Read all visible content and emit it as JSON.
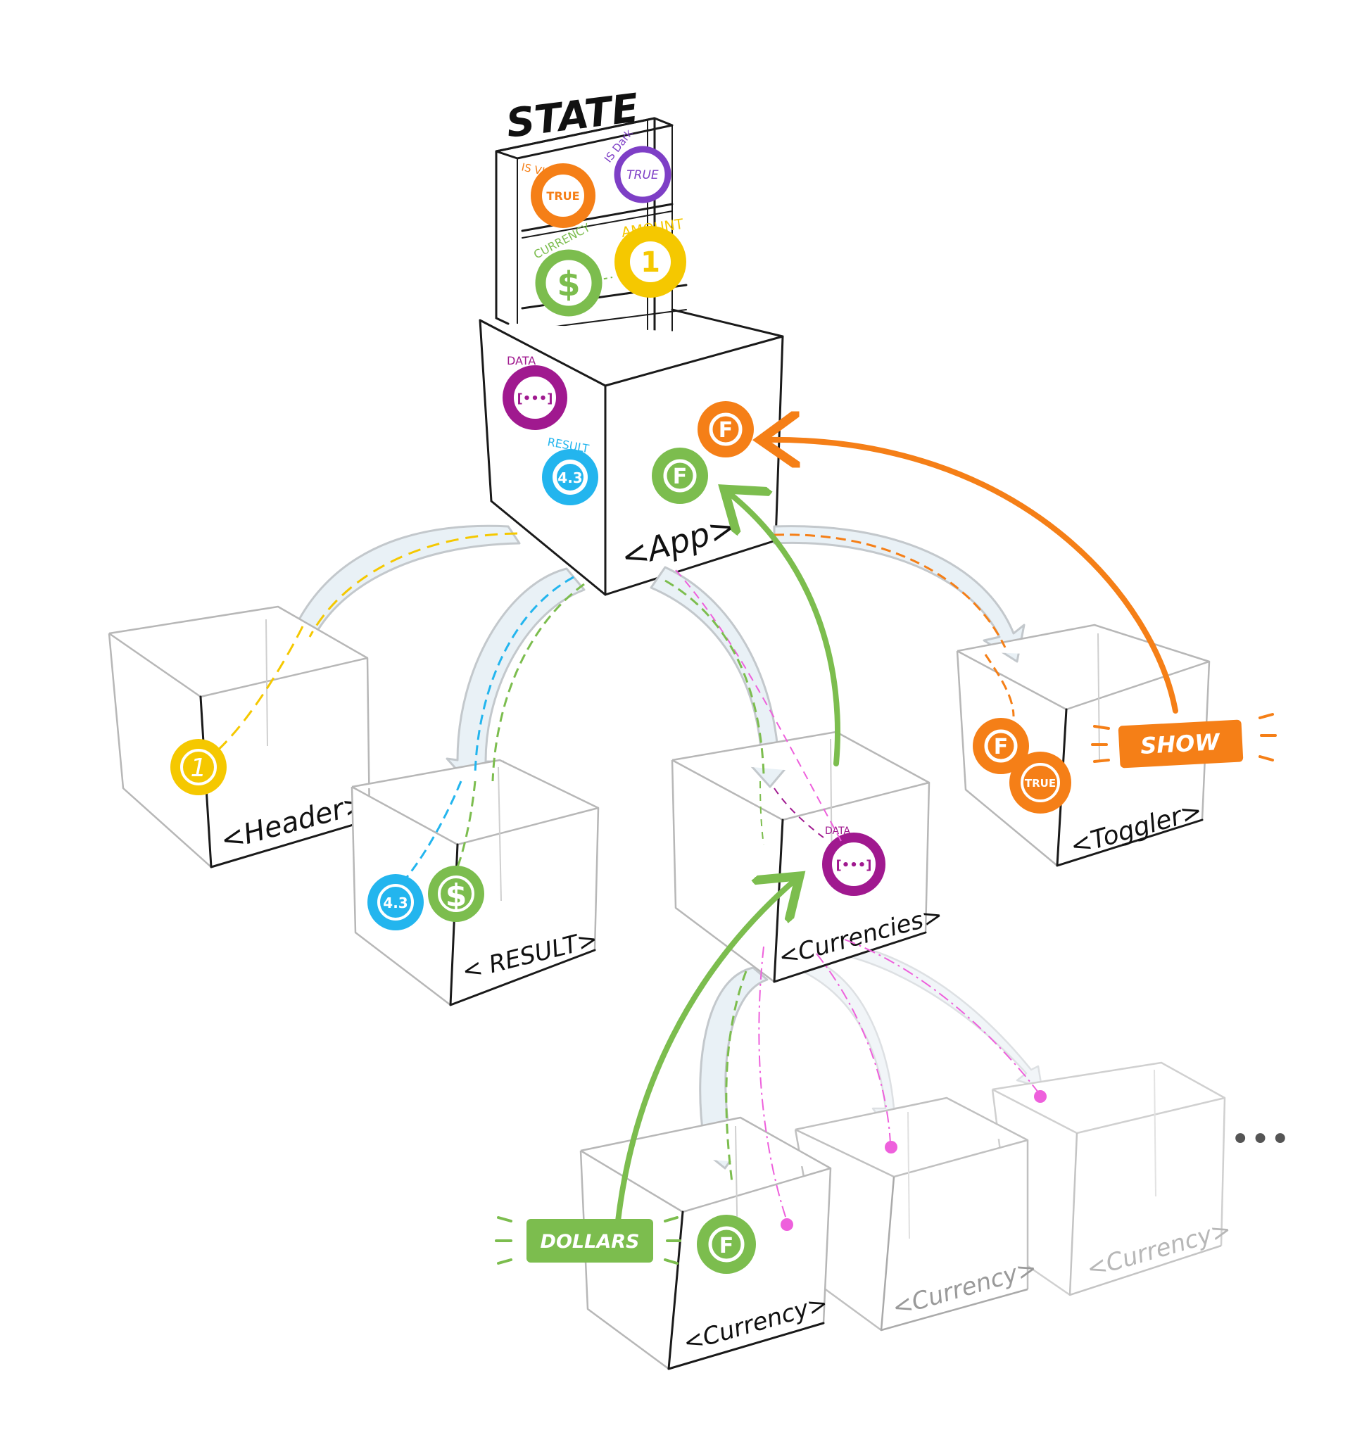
{
  "title": "STATE",
  "colors": {
    "orange": "#f57f17",
    "purple": "#7e3fc6",
    "green": "#7cbd4e",
    "yellow": "#f5c800",
    "magenta": "#a0198f",
    "blue": "#23b5ee",
    "pink": "#ee60dc",
    "ink": "#1a1a1a"
  },
  "state": {
    "is_visible": {
      "label": "IS VISIBLE",
      "value": "TRUE"
    },
    "is_dark": {
      "label": "IS Dark",
      "value": "TRUE"
    },
    "currency": {
      "label": "CURRENCY",
      "value": "$"
    },
    "amount": {
      "label": "AMOUNT",
      "value": "1"
    }
  },
  "app": {
    "label": "<App>",
    "data": {
      "label": "DATA",
      "value": "[•••]"
    },
    "result": {
      "label": "RESULT",
      "value": "4.3"
    },
    "fn_orange": "F",
    "fn_green": "F"
  },
  "header": {
    "label": "<Header>",
    "amount": "1"
  },
  "result": {
    "label": "< RESULT>",
    "value": "4.3",
    "currency": "$"
  },
  "currencies": {
    "label": "<Currencies>",
    "data": {
      "label": "DATA",
      "value": "[•••]"
    }
  },
  "toggler": {
    "label": "<Toggler>",
    "fn": "F",
    "value": "TRUE",
    "button": "SHOW"
  },
  "currency_items": [
    {
      "label": "<Currency>",
      "fn": "F",
      "button": "DOLLARS"
    },
    {
      "label": "<Currency>"
    },
    {
      "label": "<Currency>"
    }
  ],
  "more": "•••"
}
